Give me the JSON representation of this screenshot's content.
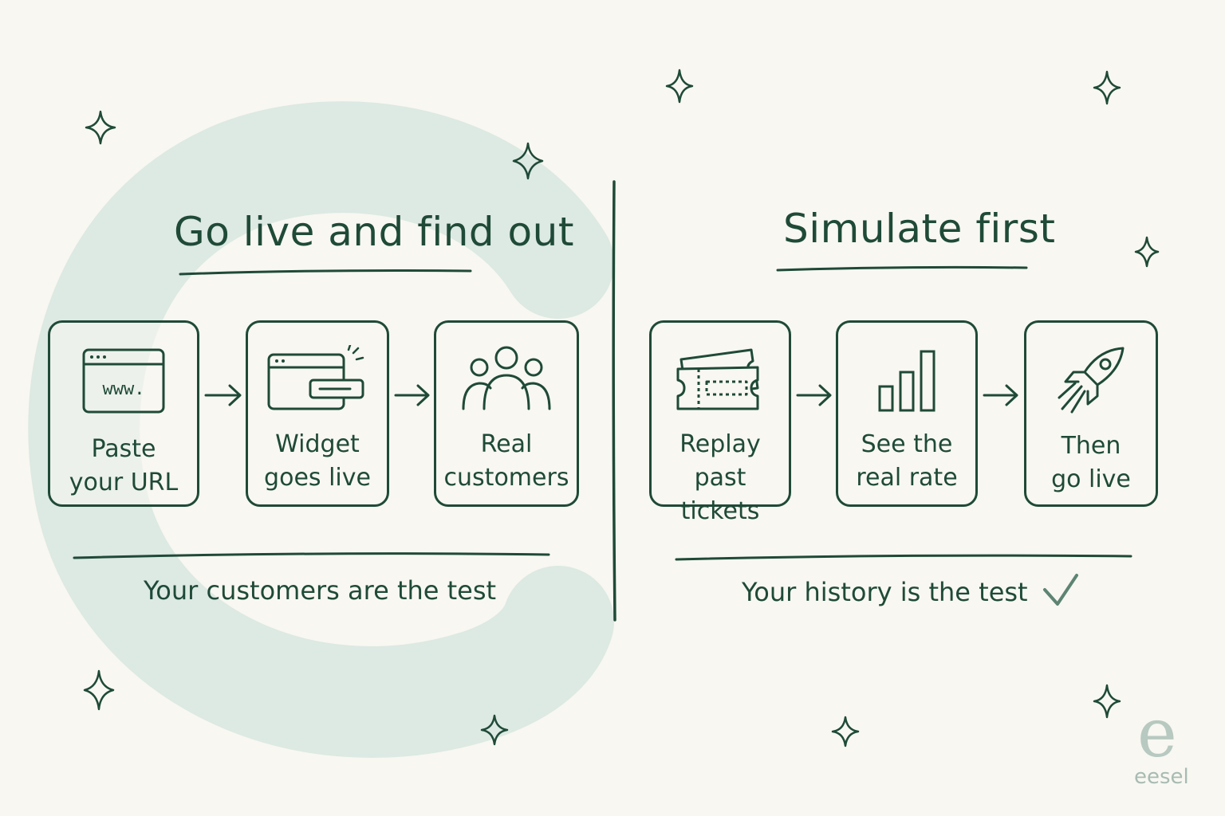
{
  "left": {
    "title": "Go live and find out",
    "steps": [
      {
        "line1": "Paste",
        "line2": "your URL",
        "icon": "browser-www-icon",
        "icon_text": "www."
      },
      {
        "line1": "Widget",
        "line2": "goes live",
        "icon": "widget-window-icon"
      },
      {
        "line1": "Real",
        "line2": "customers",
        "icon": "people-group-icon"
      }
    ],
    "caption": "Your customers are the test"
  },
  "right": {
    "title": "Simulate first",
    "steps": [
      {
        "line1": "Replay",
        "line2": "past tickets",
        "icon": "tickets-icon"
      },
      {
        "line1": "See the",
        "line2": "real rate",
        "icon": "bar-chart-icon"
      },
      {
        "line1": "Then",
        "line2": "go live",
        "icon": "rocket-icon"
      }
    ],
    "caption": "Your history is the test"
  },
  "brand": {
    "mark": "e",
    "name": "eesel"
  },
  "colors": {
    "ink": "#1f4a38",
    "background": "#f8f7f1",
    "watermark": "#dde9e3",
    "checkmark": "#5d8474"
  }
}
